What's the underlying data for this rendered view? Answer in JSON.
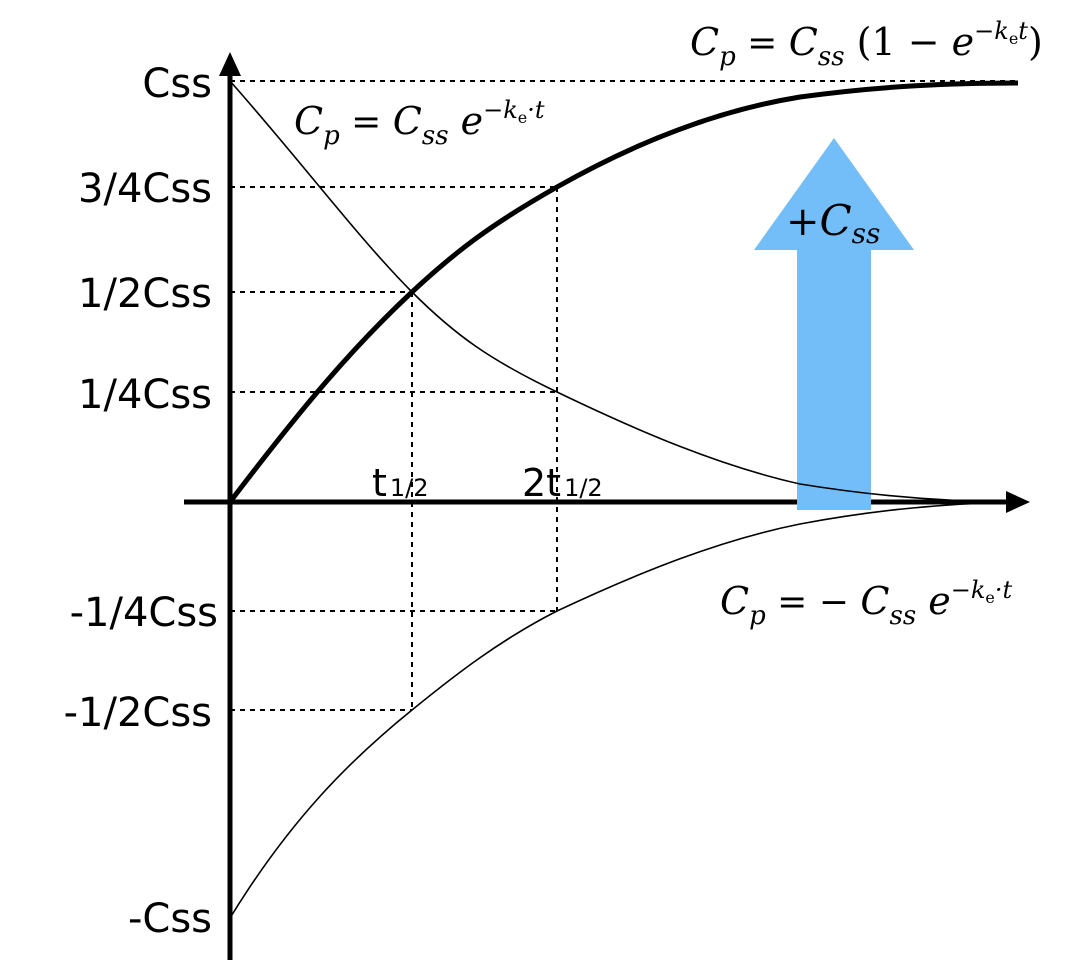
{
  "y_ticks": [
    {
      "id": "css",
      "label": "Css"
    },
    {
      "id": "three_quarter",
      "label": "3/4Css"
    },
    {
      "id": "half",
      "label": "1/2Css"
    },
    {
      "id": "quarter",
      "label": "1/4Css"
    },
    {
      "id": "neg_quarter",
      "label": "-1/4Css"
    },
    {
      "id": "neg_half",
      "label": "-1/2Css"
    },
    {
      "id": "neg_css",
      "label": "-Css"
    }
  ],
  "x_ticks": [
    {
      "id": "t_half",
      "main": "t",
      "sub": "1/2"
    },
    {
      "id": "two_t_half",
      "main": "2t",
      "sub": "1/2"
    }
  ],
  "equations": {
    "rising": {
      "lhs": "C",
      "lhs_sub": "p",
      "eq": " = ",
      "c": "C",
      "c_sub": "ss",
      "open": " (1 − ",
      "e": "e",
      "exp_pre": "−k",
      "exp_sub": "e",
      "exp_post": "t",
      "close": ")"
    },
    "decay": {
      "lhs": "C",
      "lhs_sub": "p",
      "eq": " = ",
      "c": "C",
      "c_sub": "ss",
      "e": " e",
      "exp_pre": "−k",
      "exp_sub": "e",
      "exp_post": "·t"
    },
    "negative": {
      "lhs": "C",
      "lhs_sub": "p",
      "eq": " = − ",
      "c": "C",
      "c_sub": "ss",
      "e": " e",
      "exp_pre": "−k",
      "exp_sub": "e",
      "exp_post": "·t"
    }
  },
  "arrow_label": {
    "plus": "+",
    "c": "C",
    "c_sub": "ss"
  },
  "colors": {
    "arrow": "#73BEF8",
    "ink": "#000000"
  }
}
